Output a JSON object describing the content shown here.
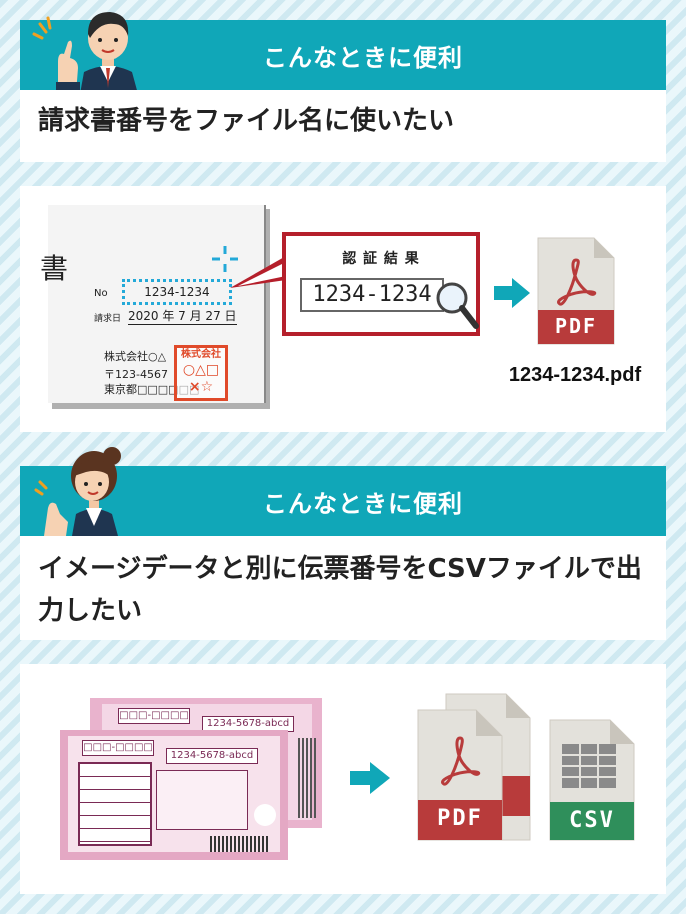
{
  "section1": {
    "banner": "こんなときに便利",
    "description": "請求書番号をファイル名に使いたい"
  },
  "invoice": {
    "doc_char": "書",
    "no_label": "No",
    "number": "1234-1234",
    "date_label": "請求日",
    "date": "2020 年 7 月 27 日",
    "company": "株式会社○△",
    "postal": "〒123-4567",
    "address": "東京都□□□□□□",
    "stamp_top": "株式会社",
    "stamp_mid": "○△□",
    "stamp_bot": "×☆"
  },
  "ocr": {
    "title": "認 証 結 果",
    "value": "1234-1234"
  },
  "pdf_file": {
    "label": "PDF",
    "filename": "1234-1234.pdf"
  },
  "section2": {
    "banner": "こんなときに便利",
    "description": "イメージデータと別に伝票番号をCSVファイルで出力したい"
  },
  "slips": {
    "back_code": "□□□-□□□□",
    "back_number": "1234-5678-abcd",
    "front_code": "□□□-□□□□",
    "front_number": "1234-5678-abcd"
  },
  "outputs": {
    "pdf_label": "PDF",
    "csv_label": "CSV"
  },
  "colors": {
    "teal": "#10a7b8",
    "pdf_red": "#b83b3b",
    "csv_green": "#2f8f5b",
    "ocr_frame": "#b51f2b",
    "stamp": "#e04a2a",
    "slip_pink": "#e9b3cd"
  }
}
